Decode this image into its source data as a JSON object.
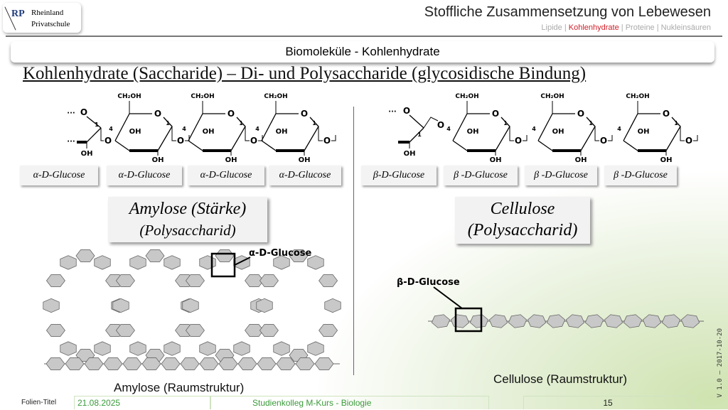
{
  "logo": {
    "abbr": "RP",
    "line1": "Rheinland",
    "line2": "Privatschule"
  },
  "header": {
    "title": "Stoffliche Zusammensetzung von Lebewesen",
    "subnav": [
      {
        "label": "Lipide",
        "active": false
      },
      {
        "label": "Kohlenhydrate",
        "active": true
      },
      {
        "label": "Proteine",
        "active": false
      },
      {
        "label": "Nukleinsäuren",
        "active": false
      }
    ],
    "separator": " | "
  },
  "banner": "Biomoleküle - Kohlenhydrate",
  "heading": "Kohlenhydrate (Saccharide) – Di- und Polysaccharide (glycosidische Bindung)",
  "structure": {
    "ch2oh": "CH₂OH",
    "oh": "OH",
    "o": "O",
    "c1": "1",
    "c4": "4",
    "dots": "···"
  },
  "amylose": {
    "units": [
      "α-D-Glucose",
      "α-D-Glucose",
      "α-D-Glucose",
      "α-D-Glucose"
    ],
    "title": "Amylose (Stärke)",
    "subtitle": "(Polysaccharid)",
    "callout": "α-D-Glucose",
    "caption": "Amylose (Raumstruktur)"
  },
  "cellulose": {
    "units": [
      "β-D-Glucose",
      "β -D-Glucose",
      "β -D-Glucose",
      "β -D-Glucose"
    ],
    "title": "Cellulose",
    "subtitle": "(Polysaccharid)",
    "callout": "β-D-Glucose",
    "caption": "Cellulose (Raumstruktur)"
  },
  "footer": {
    "slide_title": "Folien-Titel",
    "date": "21.08.2025",
    "course": "Studienkolleg M-Kurs - Biologie",
    "page": "15",
    "version": "V 1.0 – 2017-10-20"
  },
  "colors": {
    "accent": "#d0202a",
    "footer_text": "#3a9a3a",
    "hexagon": "#c8c8c8"
  }
}
